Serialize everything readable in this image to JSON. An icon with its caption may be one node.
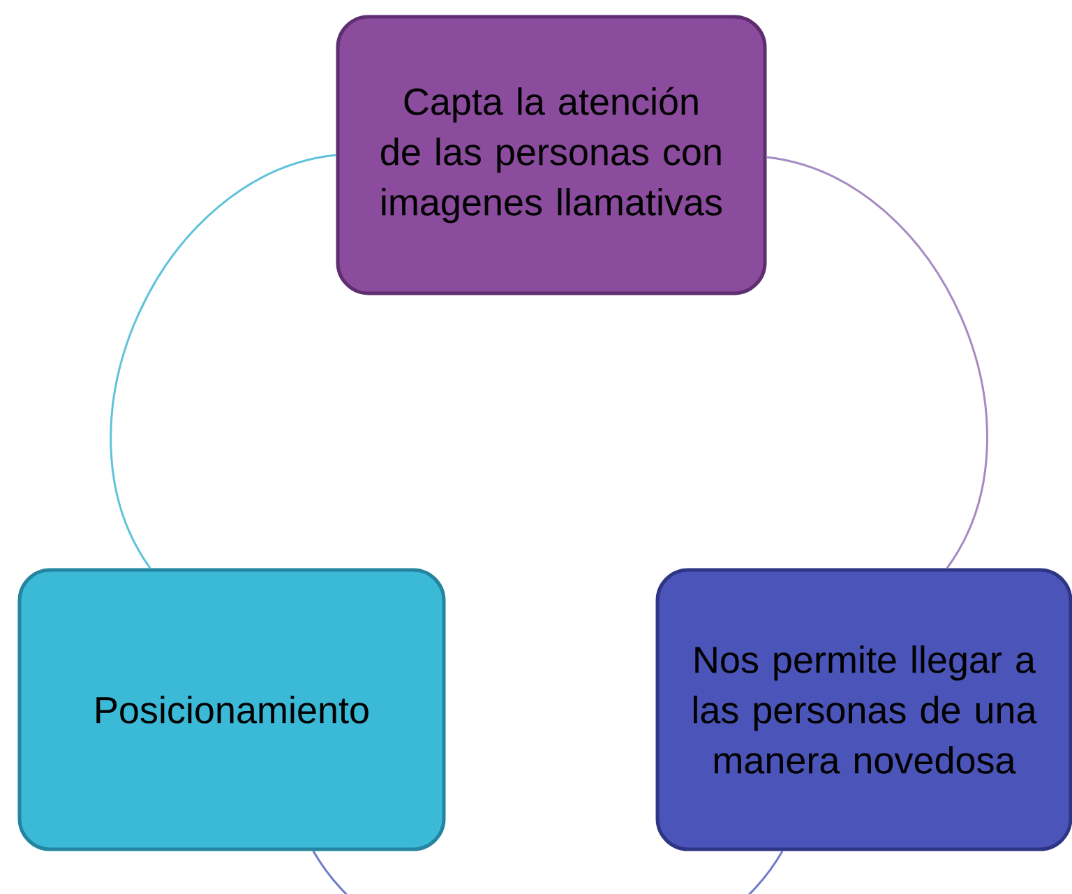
{
  "diagram": {
    "nodes": [
      {
        "text": [
          "Capta la atención de las personas con imagenes llamativas"
        ]
      },
      {
        "text": [
          "Nos permite llegar a las personas de una manera novedosa"
        ]
      },
      {
        "text": [
          "Posicionamiento"
        ]
      }
    ],
    "edges": [
      {
        "from": 0,
        "to": 1,
        "arrow": "none",
        "color": "#a68bc2"
      },
      {
        "from": 1,
        "to": 2,
        "arrow": "none",
        "color": "#6f7cc9"
      },
      {
        "from": 2,
        "to": 0,
        "arrow": "none",
        "color": "#5fc3da"
      }
    ]
  }
}
